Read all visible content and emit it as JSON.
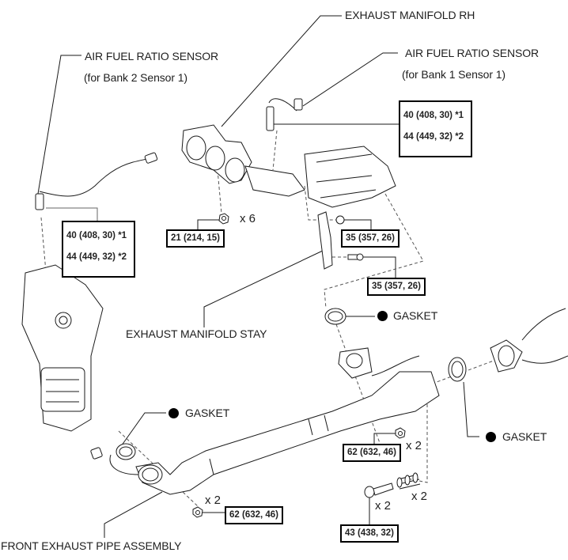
{
  "diagram": {
    "type": "exploded-parts-view",
    "subject": "Exhaust manifold and front exhaust pipe assembly",
    "labels": {
      "exhaust_manifold_rh": "EXHAUST MANIFOLD RH",
      "af_sensor_bank2": {
        "title": "AIR FUEL RATIO SENSOR",
        "subtitle": "(for Bank 2 Sensor 1)"
      },
      "af_sensor_bank1": {
        "title": "AIR FUEL RATIO SENSOR",
        "subtitle": "(for Bank 1 Sensor 1)"
      },
      "exhaust_manifold_stay": "EXHAUST MANIFOLD STAY",
      "front_exhaust_pipe": "FRONT EXHAUST PIPE ASSEMBLY",
      "gasket": "GASKET"
    },
    "torque_specs": {
      "af_sensor_bank1": [
        "40 (408, 30) *1",
        "44 (449, 32) *2"
      ],
      "af_sensor_bank2": [
        "40 (408, 30) *1",
        "44 (449, 32) *2"
      ],
      "manifold_nut": "21 (214, 15)",
      "stay_nut": "35 (357, 26)",
      "stay_bolt": "35 (357, 26)",
      "front_pipe_nut_upper": "62 (632, 46)",
      "front_pipe_nut_lower": "62 (632, 46)",
      "spring_bolt": "43 (438, 32)"
    },
    "quantities": {
      "manifold_nut": "x 6",
      "front_pipe_nut_upper": "x 2",
      "front_pipe_nut_lower": "x 2",
      "spring_bolt": "x 2",
      "spring": "x 2"
    },
    "colors": {
      "line": "#1a1a1a",
      "dashed_line": "#555555",
      "part_fill": "#ffffff",
      "marker": "#000000"
    },
    "markers": {
      "non_reusable": "filled-circle"
    }
  }
}
